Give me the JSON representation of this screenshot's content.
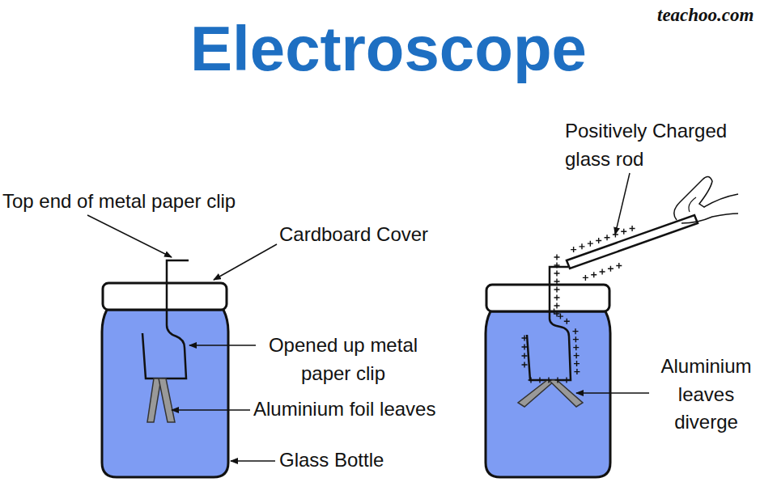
{
  "diagram": {
    "title": "Electroscope",
    "labels": [
      "teachoo.com",
      "Top end of metal paper clip",
      "Cardboard Cover",
      "Opened up metal paper clip",
      "Aluminium foil leaves",
      "Glass Bottle",
      "Positively Charged glass rod",
      "Aluminium leaves diverge"
    ]
  }
}
